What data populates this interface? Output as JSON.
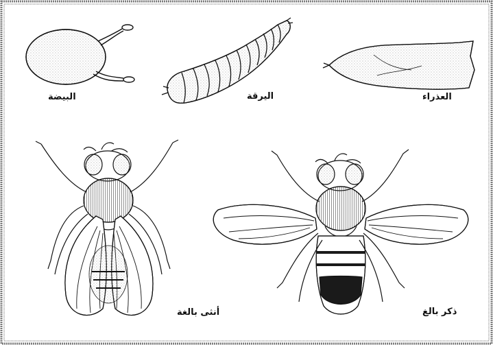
{
  "labels": {
    "egg": "البيضة",
    "larva": "اليرقة",
    "pupa": "العذراء",
    "female": "أنثى بالغة",
    "male": "ذكر بالغ"
  },
  "colors": {
    "ink": "#111111",
    "stipple": "#9a9a9a",
    "band": "#1a1a1a"
  },
  "icons": [
    "egg-illustration",
    "larva-illustration",
    "pupa-illustration",
    "female-fly-illustration",
    "male-fly-illustration"
  ]
}
